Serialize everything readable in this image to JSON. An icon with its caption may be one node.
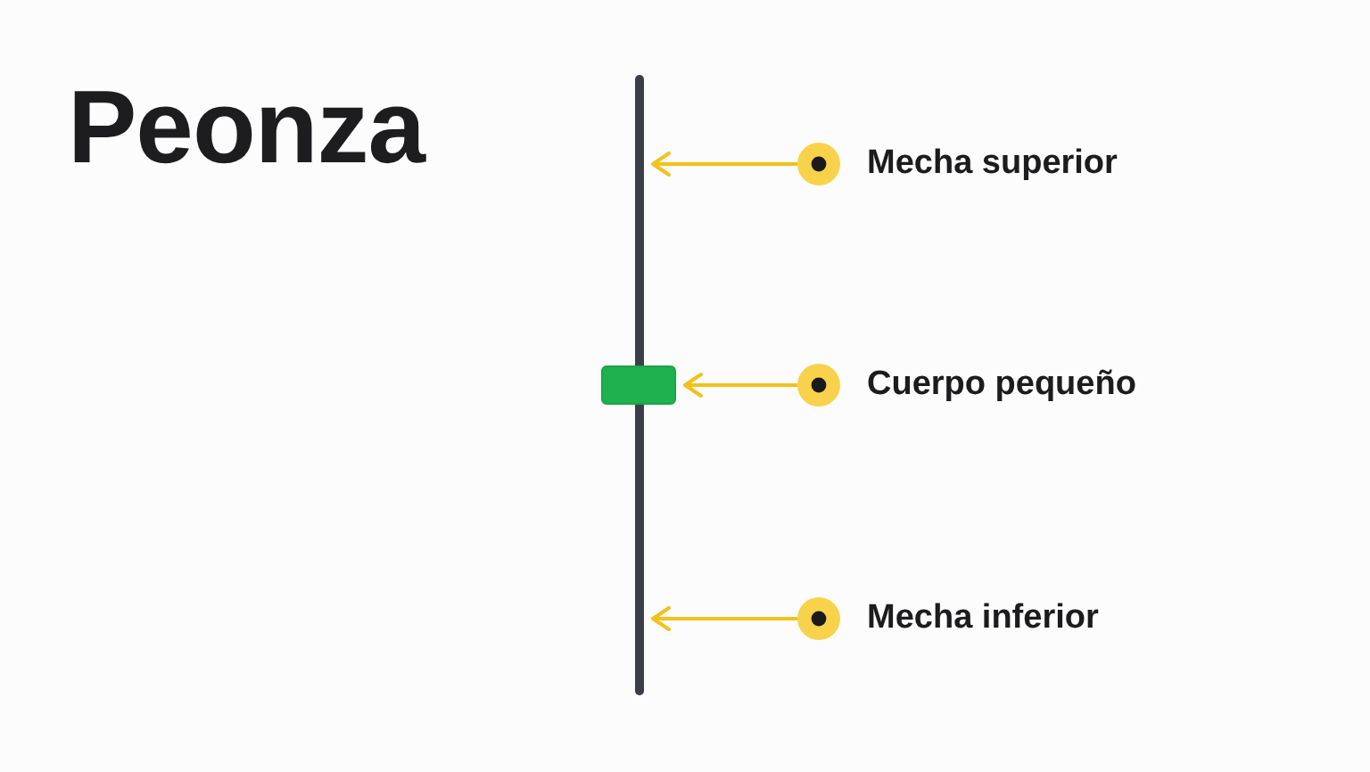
{
  "diagram": {
    "title": "Peonza",
    "nodes": [
      {
        "text": [
          "Mecha superior"
        ]
      },
      {
        "text": [],
        "shape": "line"
      },
      {
        "text": [
          "Cuerpo pequeño"
        ]
      },
      {
        "text": [],
        "shape": "box"
      },
      {
        "text": [
          "Mecha inferior"
        ]
      },
      {
        "text": [],
        "shape": "line"
      }
    ],
    "edges": [
      {
        "from": 0,
        "to": 1,
        "arrow": "to"
      },
      {
        "from": 2,
        "to": 3,
        "arrow": "to"
      },
      {
        "from": 4,
        "to": 5,
        "arrow": "to"
      }
    ]
  }
}
